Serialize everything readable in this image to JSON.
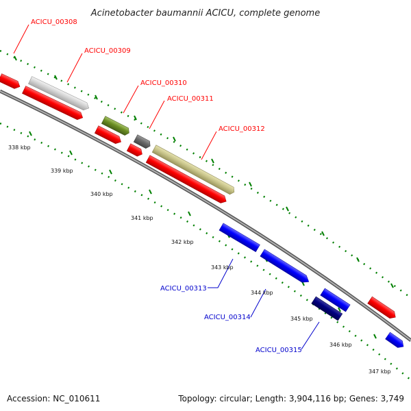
{
  "title": "Acinetobacter baumannii ACICU, complete genome",
  "footer": {
    "accession": "Accession: NC_010611",
    "topology": "Topology: circular; Length: 3,904,116 bp; Genes: 3,749"
  },
  "colors": {
    "forward": "#ff0000",
    "reverse": "#0000ff",
    "backbone": "#888888",
    "tick_dots": "#008000"
  },
  "tick_labels": [
    "338 kbp",
    "339 kbp",
    "340 kbp",
    "341 kbp",
    "342 kbp",
    "343 kbp",
    "344 kbp",
    "345 kbp",
    "346 kbp",
    "347 kbp"
  ],
  "gene_labels": [
    {
      "text": "ACICU_00308",
      "strand": "forward"
    },
    {
      "text": "ACICU_00309",
      "strand": "forward"
    },
    {
      "text": "ACICU_00310",
      "strand": "forward"
    },
    {
      "text": "ACICU_00311",
      "strand": "forward"
    },
    {
      "text": "ACICU_00312",
      "strand": "forward"
    },
    {
      "text": "ACICU_00313",
      "strand": "reverse"
    },
    {
      "text": "ACICU_00314",
      "strand": "reverse"
    },
    {
      "text": "ACICU_00315",
      "strand": "reverse"
    }
  ]
}
